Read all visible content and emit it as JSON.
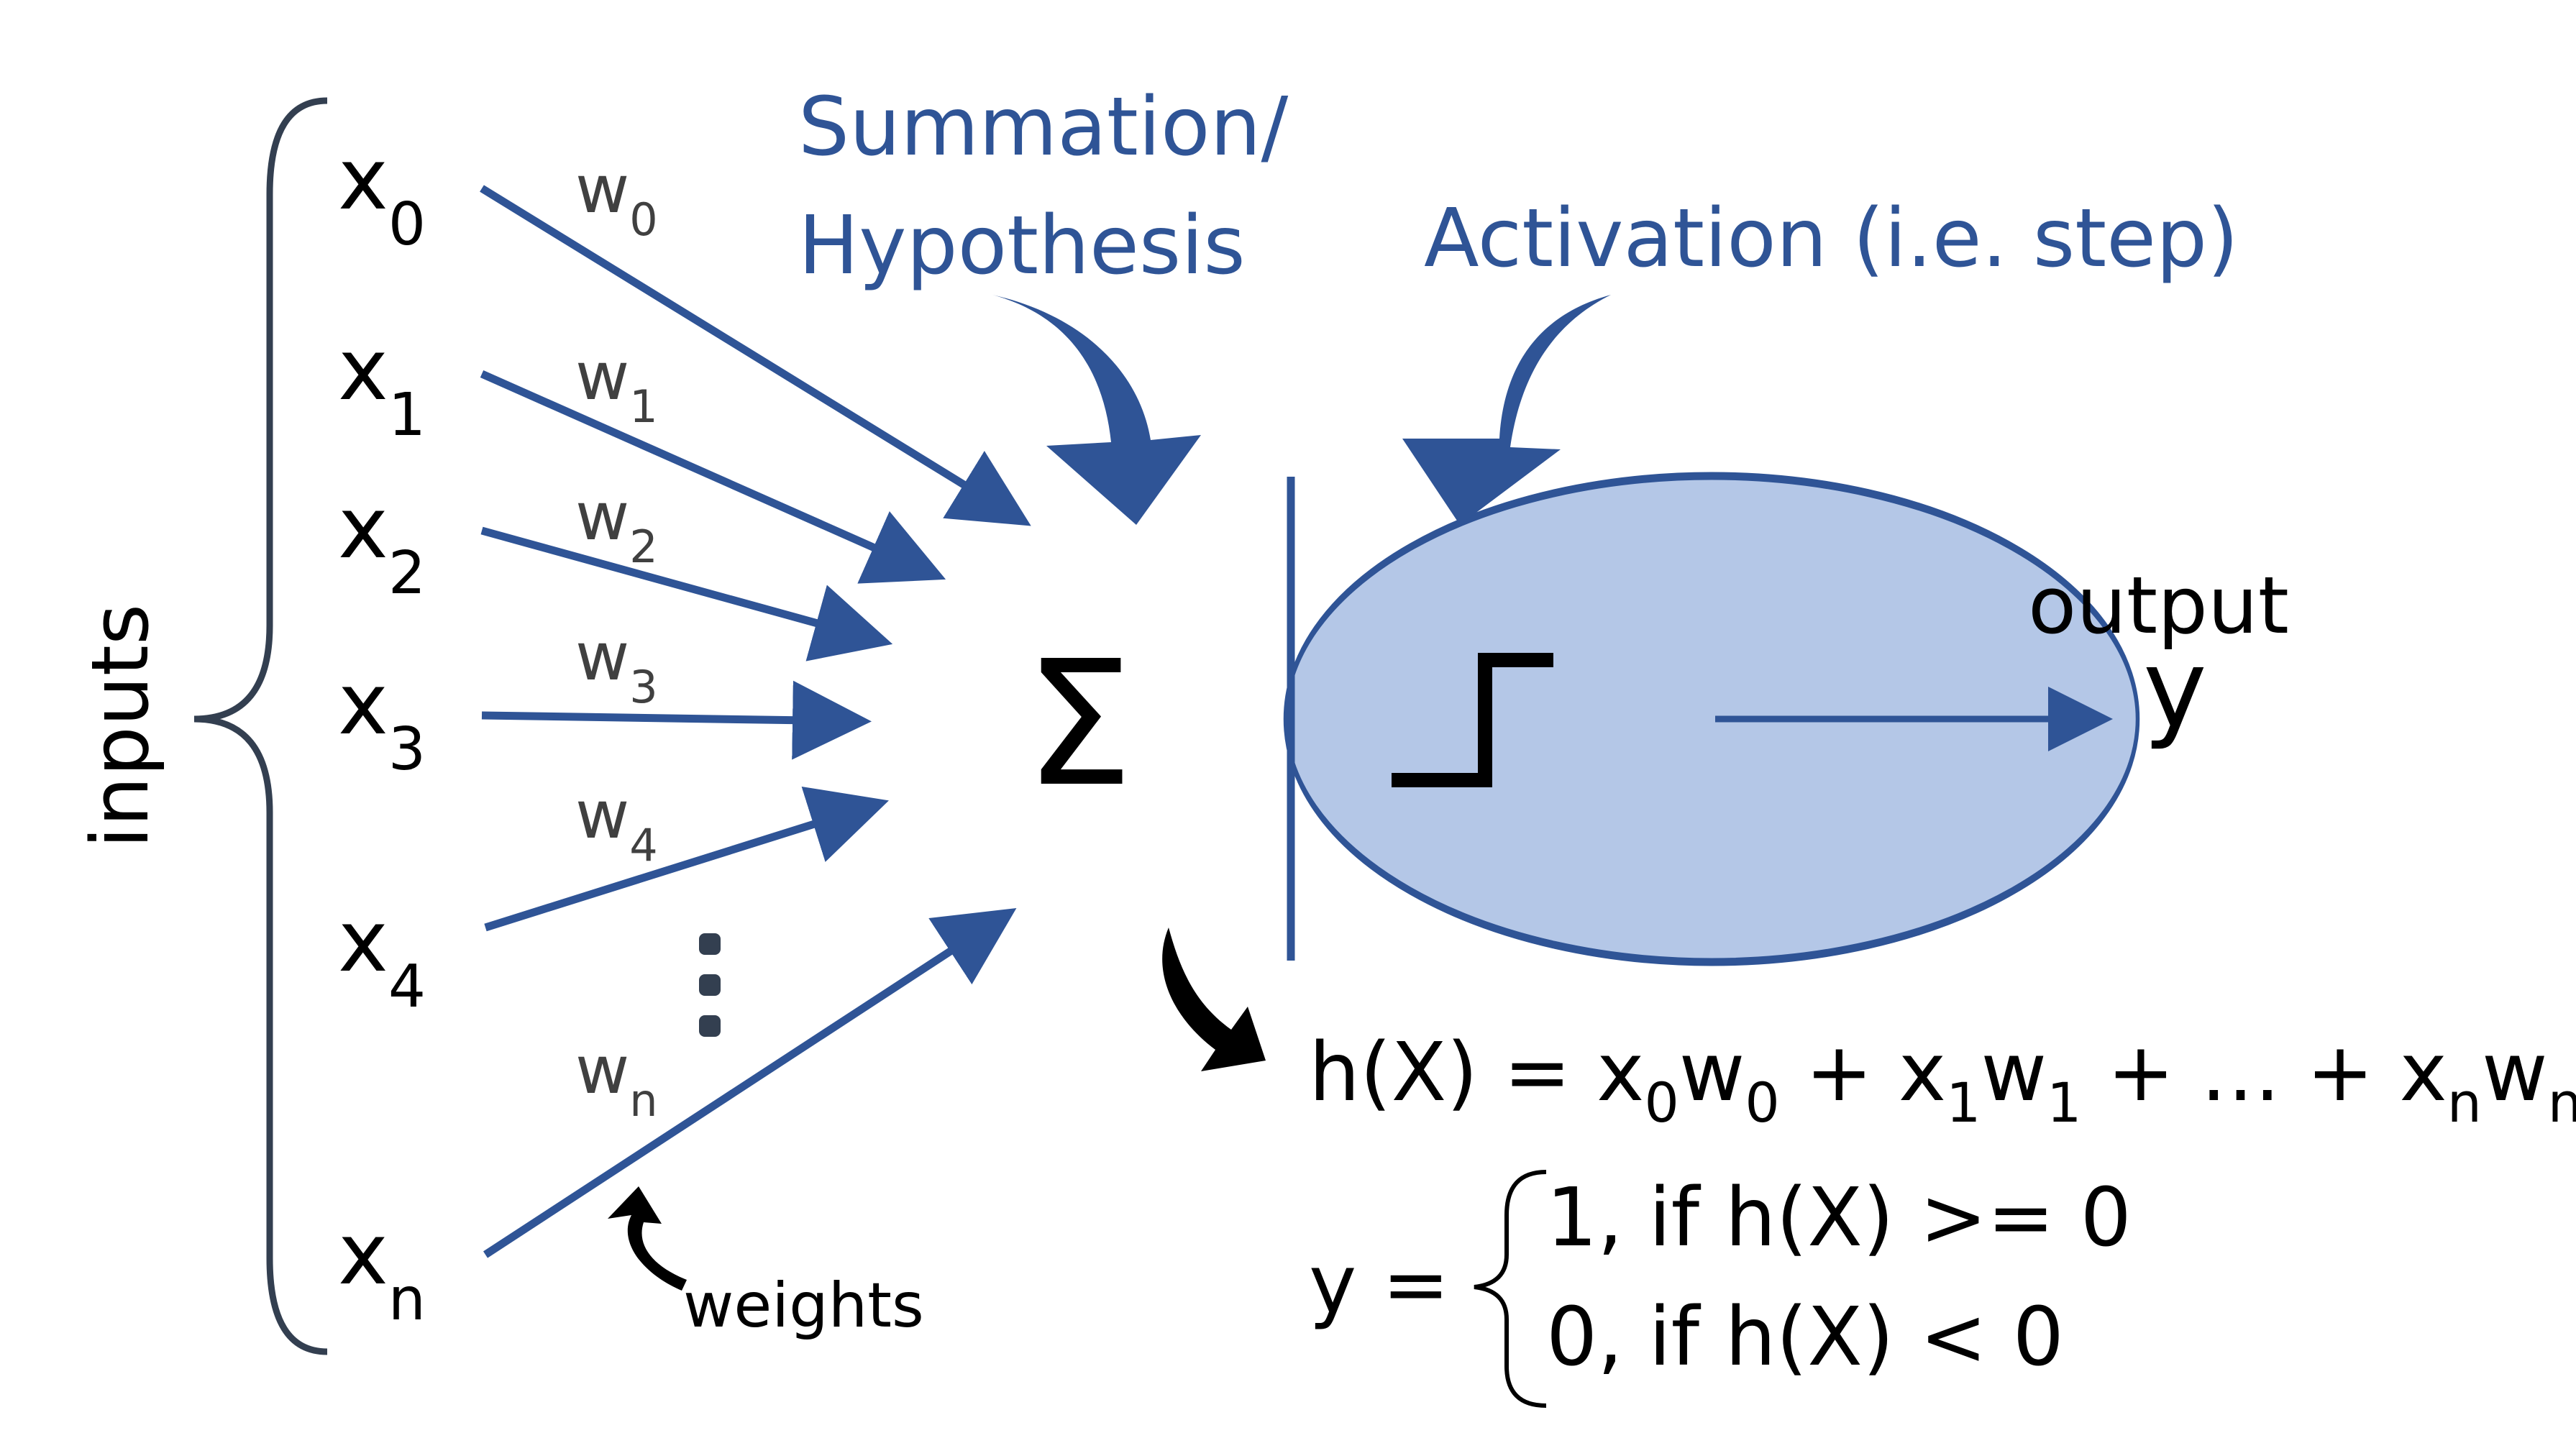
{
  "diagram": {
    "inputs_label": "inputs",
    "inputs": [
      {
        "base": "x",
        "sub": "0"
      },
      {
        "base": "x",
        "sub": "1"
      },
      {
        "base": "x",
        "sub": "2"
      },
      {
        "base": "x",
        "sub": "3"
      },
      {
        "base": "x",
        "sub": "4"
      },
      {
        "base": "x",
        "sub": "n"
      }
    ],
    "weights": [
      {
        "base": "w",
        "sub": "0"
      },
      {
        "base": "w",
        "sub": "1"
      },
      {
        "base": "w",
        "sub": "2"
      },
      {
        "base": "w",
        "sub": "3"
      },
      {
        "base": "w",
        "sub": "4"
      },
      {
        "base": "w",
        "sub": "n"
      }
    ],
    "weights_label": "weights",
    "summation_label_line1": "Summation/",
    "summation_label_line2": "Hypothesis",
    "activation_label": "Activation (i.e. step)",
    "sum_symbol": "Σ",
    "output_label": "output",
    "output_symbol": "y",
    "hypothesis_equation": {
      "lhs": "h(X) = ",
      "terms": [
        {
          "x": "x",
          "xs": "0",
          "w": "w",
          "ws": "0"
        },
        {
          "x": "x",
          "xs": "1",
          "w": "w",
          "ws": "1"
        },
        {
          "x": "x",
          "xs": "n",
          "w": "w",
          "ws": "n"
        }
      ],
      "plus": " + ",
      "ellipsis": "…"
    },
    "step_equation": {
      "lhs": "y =",
      "case1": "1, if h(X) >= 0",
      "case2": "0, if h(X) < 0"
    },
    "colors": {
      "blue": "#2f5496",
      "fill": "#b4c7e7",
      "dark": "#333f50"
    }
  }
}
